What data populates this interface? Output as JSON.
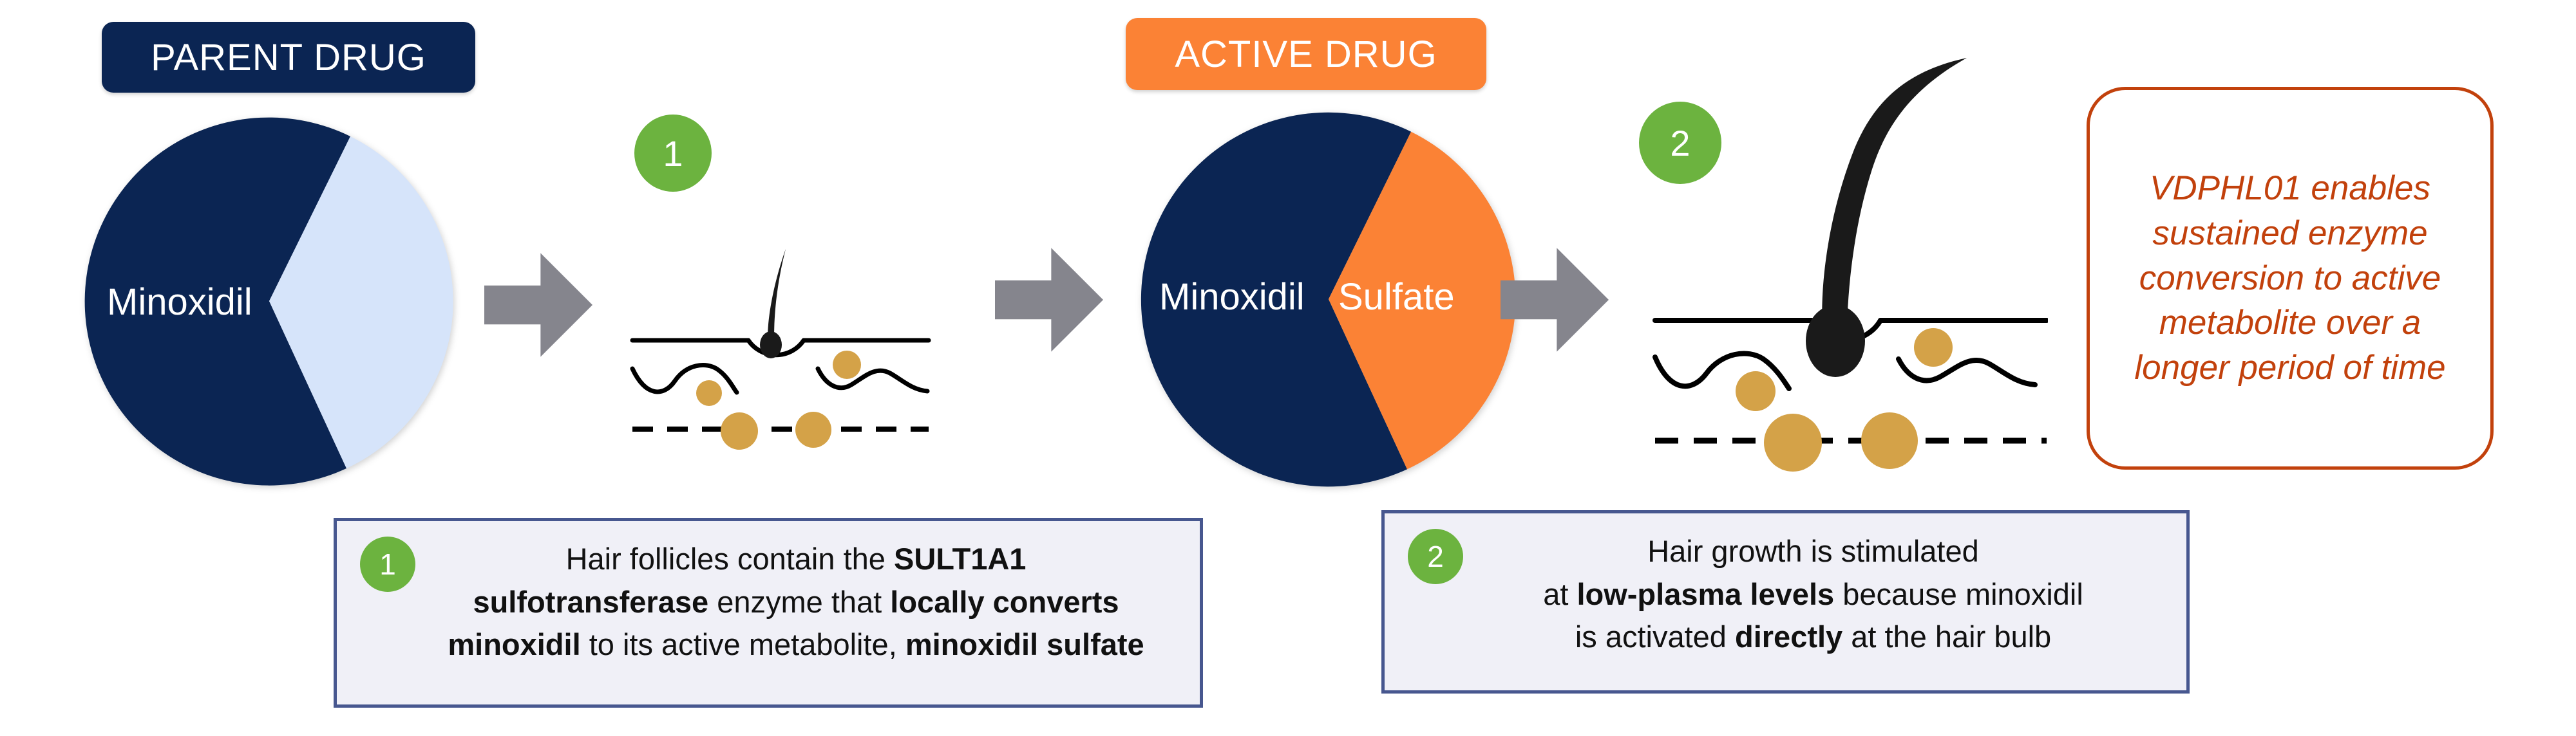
{
  "badges": {
    "parent": {
      "label": "PARENT DRUG",
      "color": "#0B2553"
    },
    "active": {
      "label": "ACTIVE DRUG",
      "color": "#FB8235"
    }
  },
  "pies": {
    "parent": {
      "slices": [
        {
          "label": "Minoxidil",
          "value": 68,
          "color": "#0B2553"
        },
        {
          "label": "",
          "value": 32,
          "color": "#D6E4FA"
        }
      ]
    },
    "active": {
      "slices": [
        {
          "label": "Minoxidil",
          "value": 68,
          "color": "#0B2553"
        },
        {
          "label": "Sulfate",
          "value": 32,
          "color": "#FB8235"
        }
      ]
    }
  },
  "steps": {
    "top_marker_1": "1",
    "top_marker_2": "2"
  },
  "arrows": {
    "color": "#85858D",
    "count": 3,
    "direction": "right"
  },
  "follicles": {
    "small": {
      "description": "hair follicle with thin hair and small minoxidil particles",
      "particle_color": "#D4A248",
      "line_color": "#000000"
    },
    "large": {
      "description": "hair follicle with thick long hair and larger minoxidil particles",
      "particle_color": "#D4A248",
      "line_color": "#000000"
    }
  },
  "callout": {
    "text": "VDPHL01 enables sustained enzyme conversion to active metabolite over a longer period of time",
    "color": "#C2410C"
  },
  "captions": [
    {
      "number": "1",
      "lines": [
        [
          {
            "t": "Hair follicles contain the ",
            "b": false
          },
          {
            "t": "SULT1A1",
            "b": true
          }
        ],
        [
          {
            "t": "sulfotransferase",
            "b": true
          },
          {
            "t": " enzyme that ",
            "b": false
          },
          {
            "t": "locally converts",
            "b": true
          }
        ],
        [
          {
            "t": "minoxidil",
            "b": true
          },
          {
            "t": " to its active metabolite, ",
            "b": false
          },
          {
            "t": "minoxidil sulfate",
            "b": true
          }
        ]
      ],
      "plain": "Hair follicles contain the SULT1A1 sulfotransferase enzyme that locally converts minoxidil to its active metabolite, minoxidil sulfate"
    },
    {
      "number": "2",
      "lines": [
        [
          {
            "t": "Hair growth is stimulated",
            "b": false
          }
        ],
        [
          {
            "t": "at ",
            "b": false
          },
          {
            "t": "low-plasma levels",
            "b": true
          },
          {
            "t": " because minoxidil",
            "b": false
          }
        ],
        [
          {
            "t": "is activated ",
            "b": false
          },
          {
            "t": "directly",
            "b": true
          },
          {
            "t": " at the hair bulb",
            "b": false
          }
        ]
      ],
      "plain": "Hair growth is stimulated at low-plasma levels because minoxidil is activated directly at the hair bulb"
    }
  ],
  "colors": {
    "navy": "#0B2553",
    "light_blue": "#D6E4FA",
    "orange": "#FB8235",
    "green": "#6CB33F",
    "gray_arrow": "#85858D",
    "gold_particle": "#D4A248",
    "caption_border": "#47578F",
    "caption_bg": "#F0F0F7",
    "callout_orange": "#C2410C"
  }
}
